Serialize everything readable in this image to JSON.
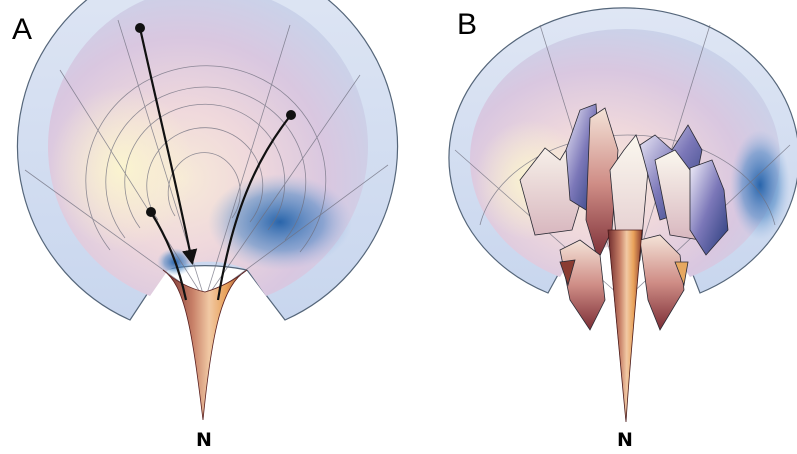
{
  "figure": {
    "panels": [
      {
        "label": "A",
        "bottom_label": "N"
      },
      {
        "label": "B",
        "bottom_label": "N"
      }
    ]
  }
}
